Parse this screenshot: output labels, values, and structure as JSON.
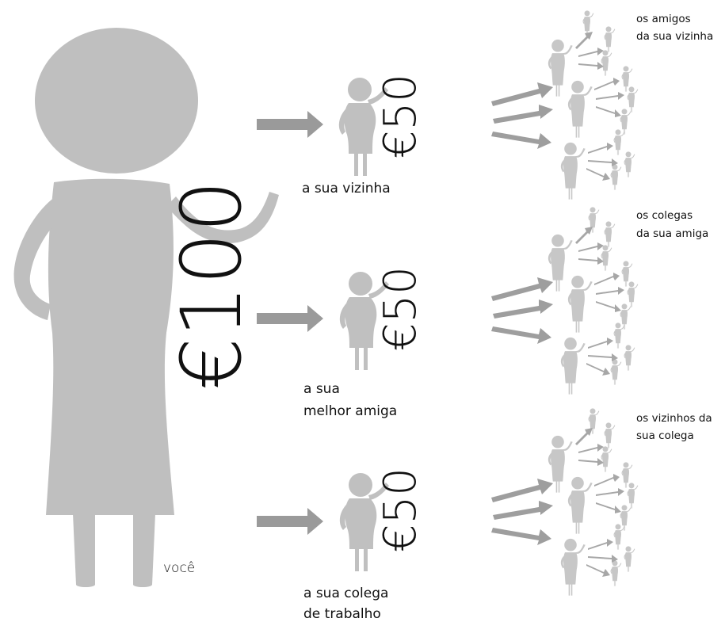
{
  "colors": {
    "figure_main": "#bfbfbf",
    "figure_mid": "#c0c0c0",
    "figure_head": "#a9a9a9",
    "figure_far": "#c7c7c7",
    "arrow": "#9a9a9a",
    "text": "#111111"
  },
  "you": {
    "label": "você",
    "amount": "€100"
  },
  "recipients": [
    {
      "amount": "€50",
      "label_lines": [
        "a sua vizinha"
      ],
      "group_label_lines": [
        "os amigos",
        "da sua vizinha"
      ]
    },
    {
      "amount": "€50",
      "label_lines": [
        "a sua",
        "melhor amiga"
      ],
      "group_label_lines": [
        "os colegas",
        "da sua amiga"
      ]
    },
    {
      "amount": "€50",
      "label_lines": [
        "a sua colega",
        "de trabalho"
      ],
      "group_label_lines": [
        "os vizinhos da",
        "sua colega"
      ]
    }
  ]
}
